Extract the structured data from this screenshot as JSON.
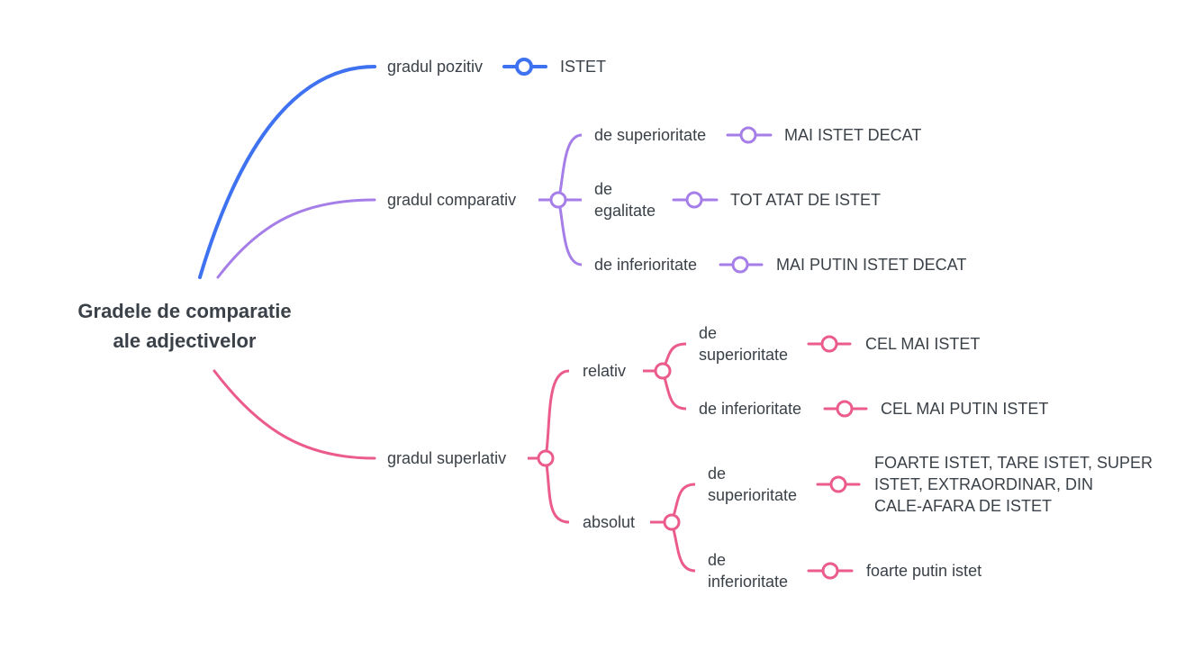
{
  "colors": {
    "blue": "#3f72f0",
    "purple": "#a57ee8",
    "pink": "#eb5b8c",
    "text": "#3b4148"
  },
  "root": {
    "line1": "Gradele de comparatie",
    "line2": "ale adjectivelor"
  },
  "pozitiv": {
    "label": "gradul pozitiv",
    "value": "ISTET"
  },
  "comparativ": {
    "label": "gradul comparativ",
    "superioritate": {
      "label": "de superioritate",
      "value": "MAI ISTET DECAT"
    },
    "egalitate": {
      "label_line1": "de",
      "label_line2": "egalitate",
      "value": "TOT ATAT DE ISTET"
    },
    "inferioritate": {
      "label": "de inferioritate",
      "value": "MAI PUTIN ISTET DECAT"
    }
  },
  "superlativ": {
    "label": "gradul superlativ",
    "relativ": {
      "label": "relativ",
      "superioritate": {
        "label_line1": "de",
        "label_line2": "superioritate",
        "value": "CEL MAI ISTET"
      },
      "inferioritate": {
        "label": "de inferioritate",
        "value": "CEL MAI PUTIN ISTET"
      }
    },
    "absolut": {
      "label": "absolut",
      "superioritate": {
        "label_line1": "de",
        "label_line2": "superioritate",
        "value_line1": "FOARTE ISTET, TARE ISTET, SUPER",
        "value_line2": "ISTET, EXTRAORDINAR, DIN",
        "value_line3": "CALE-AFARA DE ISTET"
      },
      "inferioritate": {
        "label_line1": "de",
        "label_line2": "inferioritate",
        "value": "foarte putin istet"
      }
    }
  }
}
